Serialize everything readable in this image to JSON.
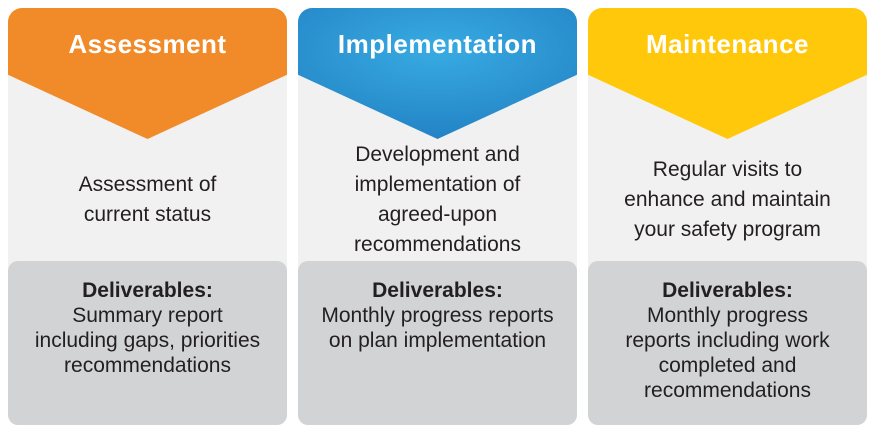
{
  "diagram": {
    "title": "service-process-phases",
    "text_color": "#231f20",
    "body_bg_color": "#f1f1f2",
    "deliverables_bg_color": "#d1d3d4",
    "columns": [
      {
        "title": "Assessment",
        "header_color": "#f18a28",
        "description": "Assessment of\ncurrent status",
        "deliverables_label": "Deliverables:",
        "deliverables": "Summary report\nincluding gaps, priorities\nrecommendations"
      },
      {
        "title": "Implementation",
        "header_color": "#1b74ba",
        "header_color_light": "#38abe2",
        "description": "Development and\nimplementation of\nagreed-upon\nrecommendations",
        "deliverables_label": "Deliverables:",
        "deliverables": "Monthly progress reports\non plan implementation"
      },
      {
        "title": "Maintenance",
        "header_color": "#ffc80a",
        "description": "Regular visits to\nenhance and maintain\nyour safety program",
        "deliverables_label": "Deliverables:",
        "deliverables": "Monthly progress\nreports including work\ncompleted and\nrecommendations"
      }
    ]
  }
}
